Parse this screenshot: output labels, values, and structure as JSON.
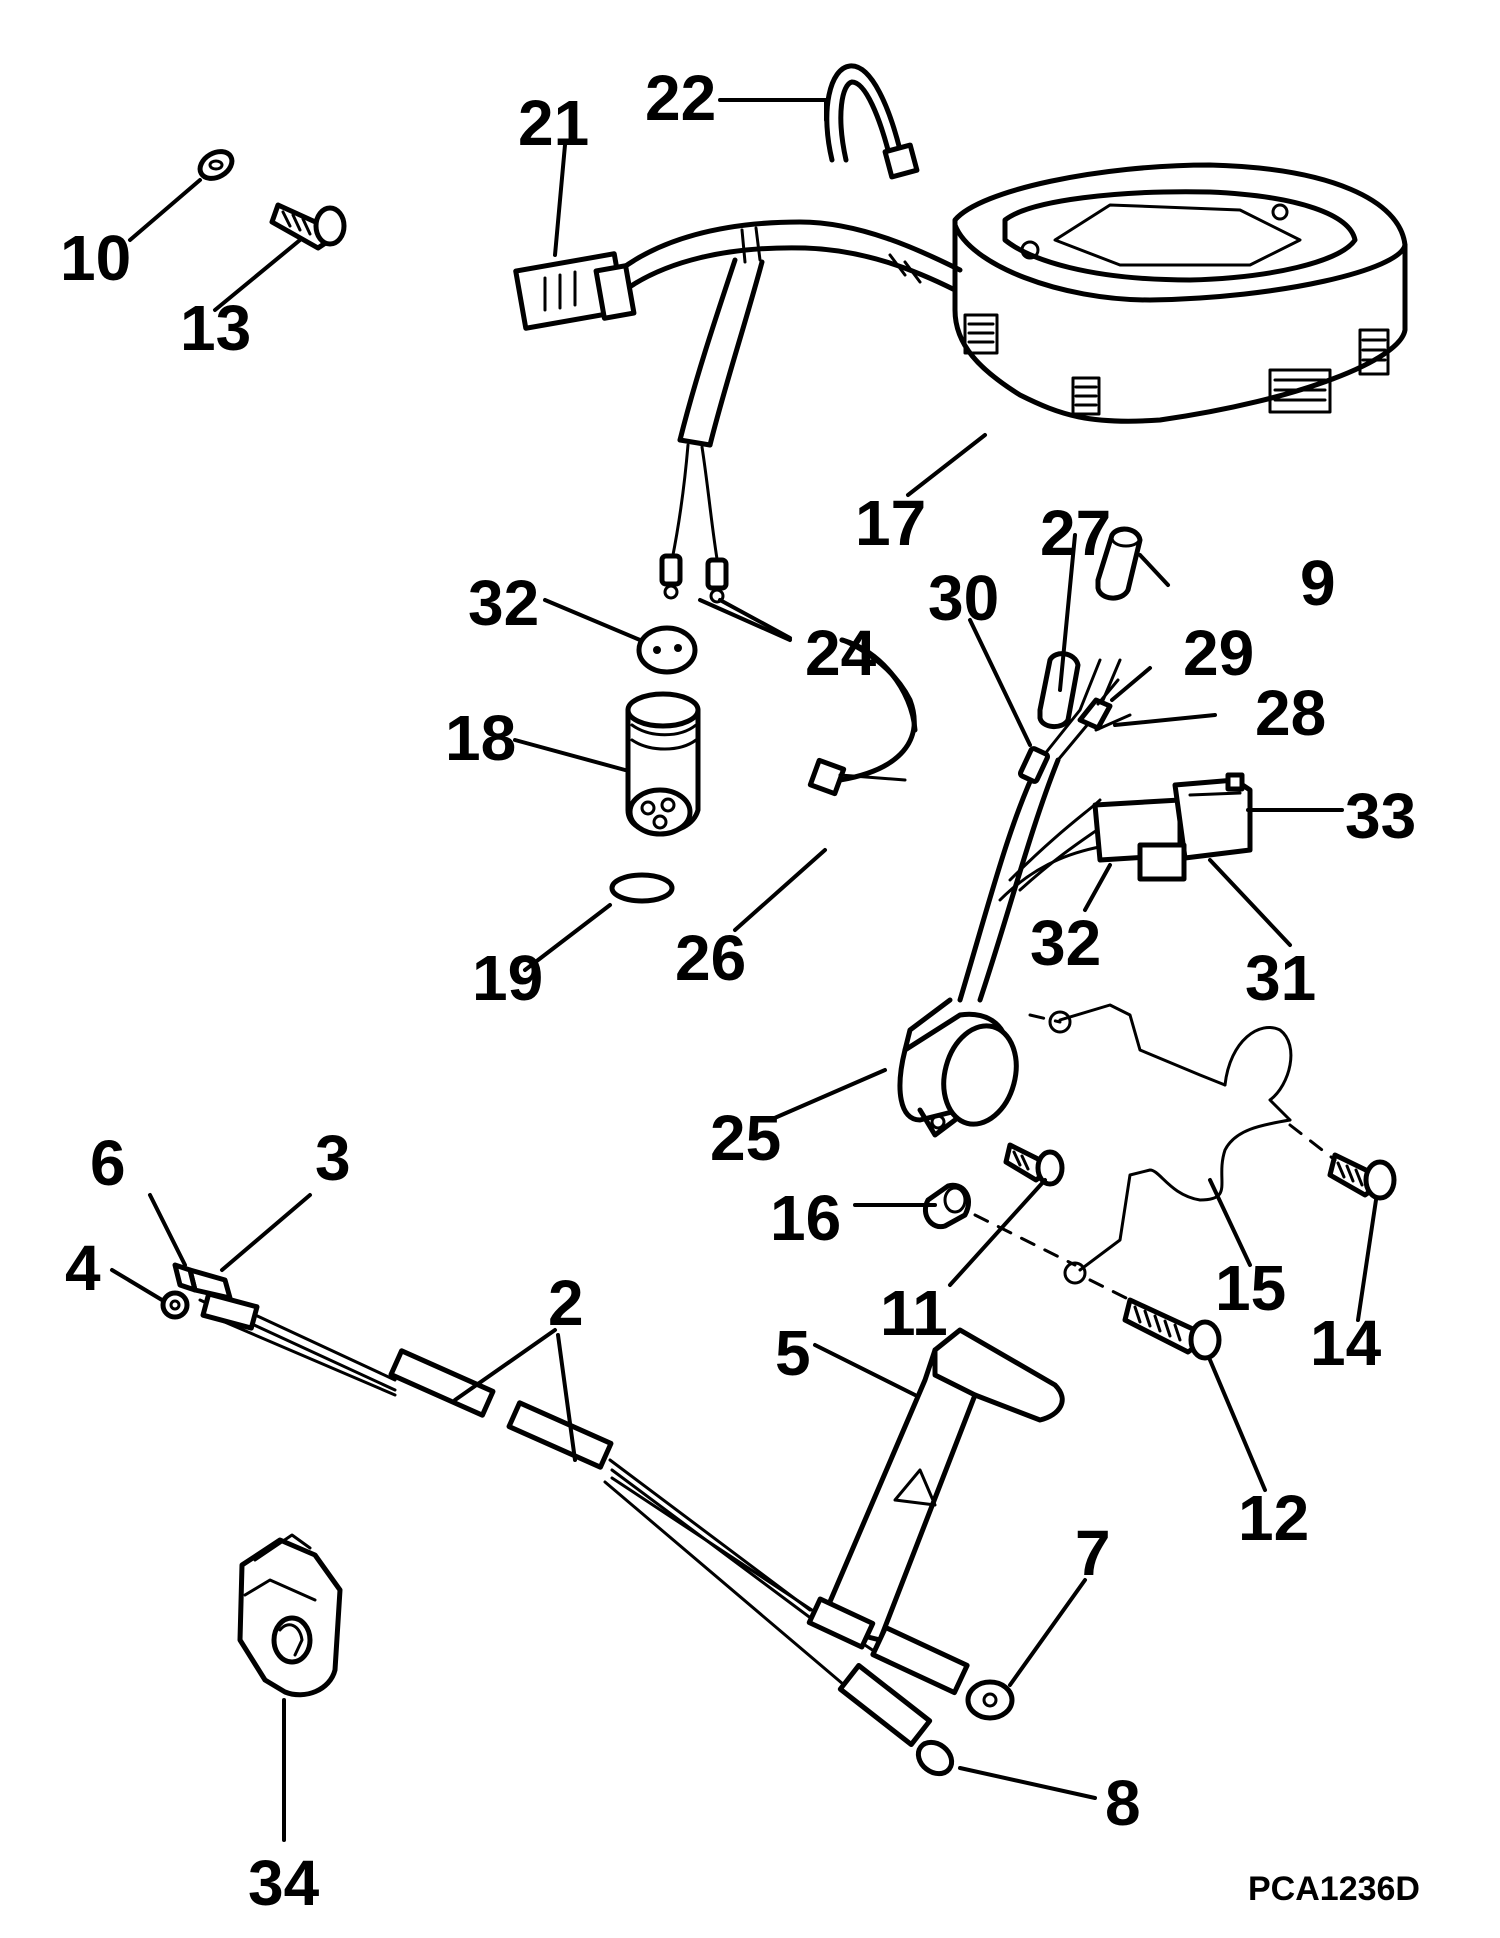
{
  "diagram": {
    "drawing_code": "PCA1236D",
    "callouts": [
      {
        "id": "c10",
        "label": "10"
      },
      {
        "id": "c13",
        "label": "13"
      },
      {
        "id": "c21",
        "label": "21"
      },
      {
        "id": "c22",
        "label": "22"
      },
      {
        "id": "c17",
        "label": "17"
      },
      {
        "id": "c27",
        "label": "27"
      },
      {
        "id": "c9",
        "label": "9"
      },
      {
        "id": "c30",
        "label": "30"
      },
      {
        "id": "c29",
        "label": "29"
      },
      {
        "id": "c28",
        "label": "28"
      },
      {
        "id": "c32a",
        "label": "32"
      },
      {
        "id": "c24",
        "label": "24"
      },
      {
        "id": "c18",
        "label": "18"
      },
      {
        "id": "c33",
        "label": "33"
      },
      {
        "id": "c19",
        "label": "19"
      },
      {
        "id": "c26",
        "label": "26"
      },
      {
        "id": "c32b",
        "label": "32"
      },
      {
        "id": "c31",
        "label": "31"
      },
      {
        "id": "c25",
        "label": "25"
      },
      {
        "id": "c6",
        "label": "6"
      },
      {
        "id": "c3",
        "label": "3"
      },
      {
        "id": "c4",
        "label": "4"
      },
      {
        "id": "c2",
        "label": "2"
      },
      {
        "id": "c16",
        "label": "16"
      },
      {
        "id": "c11",
        "label": "11"
      },
      {
        "id": "c15",
        "label": "15"
      },
      {
        "id": "c14",
        "label": "14"
      },
      {
        "id": "c5",
        "label": "5"
      },
      {
        "id": "c12",
        "label": "12"
      },
      {
        "id": "c7",
        "label": "7"
      },
      {
        "id": "c8",
        "label": "8"
      },
      {
        "id": "c34",
        "label": "34"
      }
    ]
  }
}
